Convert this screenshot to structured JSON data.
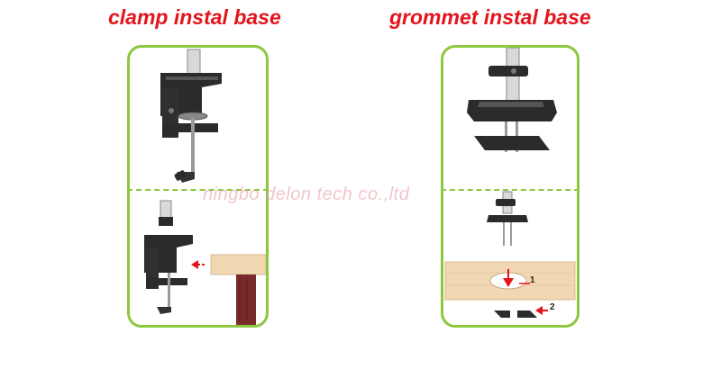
{
  "titles": {
    "left": "clamp instal base",
    "right": "grommet instal base"
  },
  "watermark": "ningbo delon tech co.,ltd",
  "steps": {
    "one": "1",
    "two": "2"
  },
  "colors": {
    "title": "#e3141c",
    "panel_border": "#8dc63f",
    "arrow": "#e3141c",
    "desk_wood": "#f1d8b3",
    "desk_leg": "#7a2a2a"
  }
}
